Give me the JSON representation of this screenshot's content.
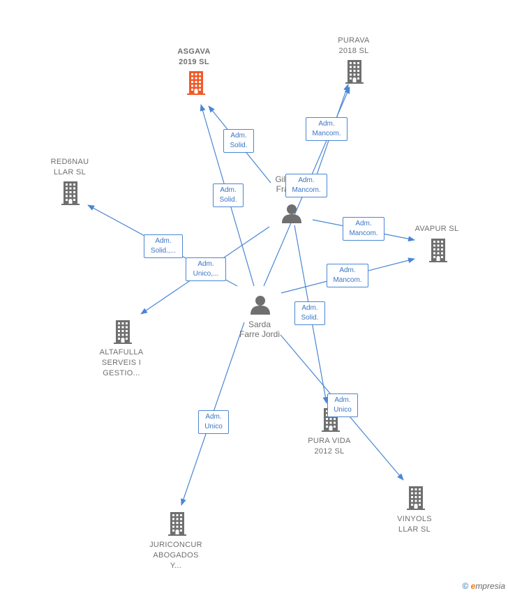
{
  "colors": {
    "edge": "#4a86d4",
    "building": "#6f6f6f",
    "building_highlight": "#f05a28",
    "person": "#6f6f6f"
  },
  "companies": [
    {
      "id": "asgava",
      "line1": "ASGAVA",
      "line2": "2019  SL",
      "line3": "",
      "icon": "building-icon",
      "highlight": true
    },
    {
      "id": "purava",
      "line1": "PURAVA",
      "line2": "2018  SL",
      "line3": "",
      "icon": "building-icon",
      "highlight": false
    },
    {
      "id": "red6nau",
      "line1": "RED6NAU",
      "line2": "LLAR  SL",
      "line3": "",
      "icon": "building-icon",
      "highlight": false
    },
    {
      "id": "avapur",
      "line1": "AVAPUR  SL",
      "line2": "",
      "line3": "",
      "icon": "building-icon",
      "highlight": false
    },
    {
      "id": "altafulla",
      "line1": "ALTAFULLA",
      "line2": "SERVEIS I",
      "line3": "GESTIO...",
      "icon": "building-icon",
      "highlight": false
    },
    {
      "id": "puravida",
      "line1": "PURA VIDA",
      "line2": "2012 SL",
      "line3": "",
      "icon": "building-icon",
      "highlight": false
    },
    {
      "id": "vinyols",
      "line1": "VINYOLS",
      "line2": "LLAR  SL",
      "line3": "",
      "icon": "building-icon",
      "highlight": false
    },
    {
      "id": "juriconcur",
      "line1": "JURICONCUR",
      "line2": "ABOGADOS",
      "line3": "Y...",
      "icon": "building-icon",
      "highlight": false
    }
  ],
  "persons": [
    {
      "id": "gil",
      "line1": "Gil Iс",
      "line2": "Fran",
      "icon": "person-icon"
    },
    {
      "id": "sarda",
      "line1": "Sarda",
      "line2": "Farre Jordi",
      "icon": "person-icon"
    }
  ],
  "edges": [
    {
      "from": "gil",
      "to": "asgava",
      "line1": "Adm.",
      "line2": "Solid."
    },
    {
      "from": "gil",
      "to": "purava",
      "line1": "Adm.",
      "line2": "Mancom."
    },
    {
      "from": "gil",
      "to": "avapur",
      "line1": "Adm.",
      "line2": "Mancom."
    },
    {
      "from": "gil",
      "to": "puravida",
      "line1": "Adm.",
      "line2": "Solid."
    },
    {
      "from": "gil",
      "to": "altafulla",
      "line1": "Adm.",
      "line2": "Unico,..."
    },
    {
      "from": "sarda",
      "to": "asgava",
      "line1": "Adm.",
      "line2": "Solid."
    },
    {
      "from": "sarda",
      "to": "purava",
      "line1": "Adm.",
      "line2": "Mancom."
    },
    {
      "from": "sarda",
      "to": "red6nau",
      "line1": "Adm.",
      "line2": "Solid.,..."
    },
    {
      "from": "sarda",
      "to": "avapur",
      "line1": "Adm.",
      "line2": "Mancom."
    },
    {
      "from": "sarda",
      "to": "vinyols",
      "line1": "Adm.",
      "line2": "Unico"
    },
    {
      "from": "sarda",
      "to": "juriconcur",
      "line1": "Adm.",
      "line2": "Unico"
    }
  ],
  "footer": {
    "copyright": "©",
    "brand_e": "e",
    "brand_rest": "mpresia"
  }
}
